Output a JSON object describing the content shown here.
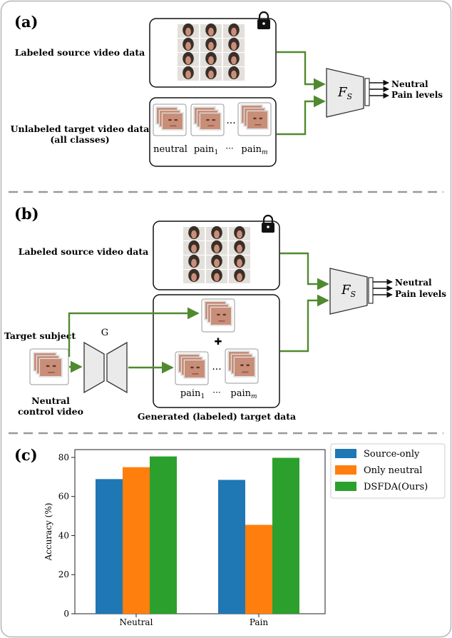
{
  "panel_a": {
    "label": "(a)",
    "source_label": "Labeled source video data",
    "target_label_line1": "Unlabeled target video data",
    "target_label_line2": "(all classes)",
    "frame_labels": {
      "neutral": "neutral",
      "pain1": "pain",
      "pain1_sub": "1",
      "painm": "pain",
      "painm_sub": "m"
    },
    "ellipsis": "···",
    "model": {
      "name": "F",
      "sub": "S"
    },
    "outputs": [
      "Neutral",
      "Pain levels"
    ]
  },
  "panel_b": {
    "label": "(b)",
    "source_label": "Labeled source video data",
    "target_subject": "Target subject",
    "neutral_line1": "Neutral",
    "neutral_line2": "control video",
    "generator": "G",
    "plus": "✚",
    "frame_labels": {
      "pain1": "pain",
      "pain1_sub": "1",
      "painm": "pain",
      "painm_sub": "m"
    },
    "ellipsis": "···",
    "generated_label": "Generated (labeled) target data",
    "model": {
      "name": "F",
      "sub": "S"
    },
    "outputs": [
      "Neutral",
      "Pain levels"
    ]
  },
  "panel_c": {
    "label": "(c)"
  },
  "colors": {
    "arrow": "#4f8a2e",
    "source_only": "#1f77b4",
    "only_neutral": "#ff7f0e",
    "dsfda": "#2ca02c",
    "face_skin": "#c98e78",
    "lock": "#111111"
  },
  "chart_data": {
    "type": "bar",
    "categories": [
      "Neutral",
      "Pain"
    ],
    "series": [
      {
        "name": "Source-only",
        "values": [
          68.9,
          68.5
        ]
      },
      {
        "name": "Only neutral",
        "values": [
          75.0,
          45.5
        ]
      },
      {
        "name": "DSFDA(Ours)",
        "values": [
          80.5,
          79.8
        ]
      }
    ],
    "ylabel": "Accuracy (%)",
    "ylim": [
      0,
      84
    ],
    "yticks": [
      0,
      20,
      40,
      60,
      80
    ],
    "legend": "top-right",
    "grid": false
  }
}
